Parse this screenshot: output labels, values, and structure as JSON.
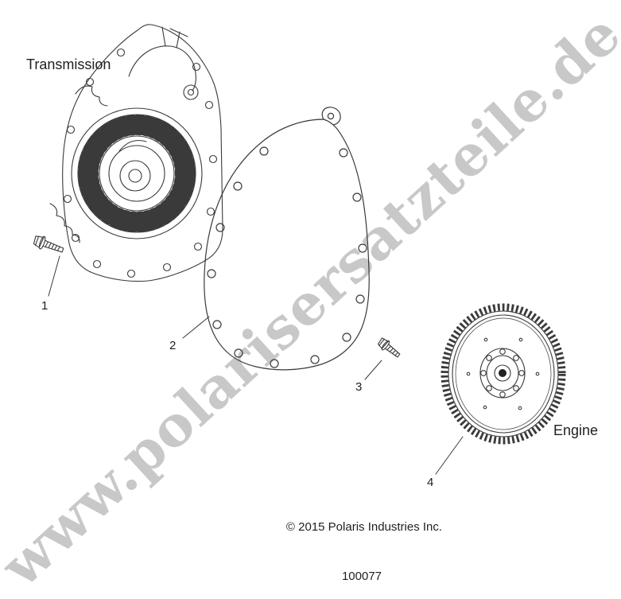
{
  "colors": {
    "ink": "#3a3a3a",
    "watermark": "#c8c8c8",
    "text": "#1f1f1f"
  },
  "watermark": {
    "text": "www.polarisersatzteile.de"
  },
  "labels": {
    "transmission": "Transmission",
    "engine": "Engine"
  },
  "callouts": [
    {
      "number": "1"
    },
    {
      "number": "2"
    },
    {
      "number": "3"
    },
    {
      "number": "4"
    }
  ],
  "footer": {
    "copyright": "© 2015 Polaris Industries Inc.",
    "diagram_number": "100077"
  }
}
